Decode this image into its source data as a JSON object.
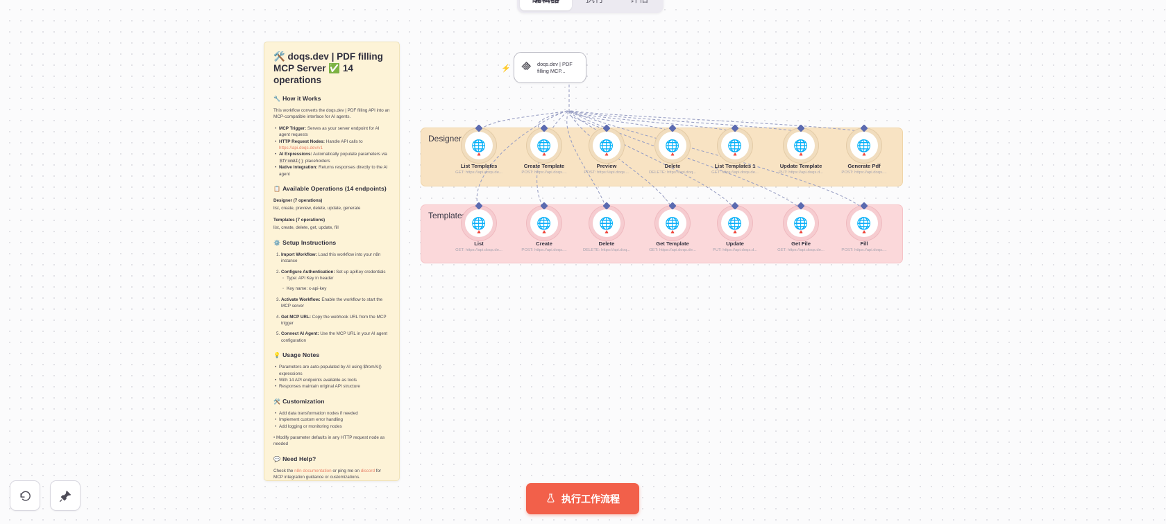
{
  "top_tabs": [
    {
      "label": "编辑器",
      "active": true
    },
    {
      "label": "执行",
      "active": false
    },
    {
      "label": "评估",
      "active": false
    }
  ],
  "sticky": {
    "title": "🛠️ doqs.dev | PDF filling MCP Server ✅ 14 operations",
    "how_it_works": {
      "heading": "How it Works",
      "emoji": "🔧",
      "intro": "This workflow converts the doqs.dev | PDF filling API into an MCP-compatible interface for AI agents.",
      "bullets": [
        {
          "bold": "MCP Trigger:",
          "rest": " Serves as your server endpoint for AI agent requests"
        },
        {
          "bold": "HTTP Request Nodes:",
          "rest": " Handle API calls to ",
          "link": "https://api.doqs.dev/v1"
        },
        {
          "bold": "AI Expressions:",
          "rest": " Automatically populate parameters via ",
          "code": "$fromAI()",
          "tail": " placeholders"
        },
        {
          "bold": "Native Integration:",
          "rest": " Returns responses directly to the AI agent"
        }
      ]
    },
    "operations": {
      "heading": "Available Operations (14 endpoints)",
      "emoji": "📋",
      "groups": [
        {
          "name": "Designer (7 operations)",
          "ops": "list, create, preview, delete, update, generate"
        },
        {
          "name": "Templates (7 operations)",
          "ops": "list, create, delete, get, update, fill"
        }
      ]
    },
    "setup": {
      "heading": "Setup Instructions",
      "emoji": "⚙️",
      "steps": [
        {
          "bold": "Import Workflow:",
          "rest": " Load this workflow into your n8n instance"
        },
        {
          "bold": "Configure Authentication:",
          "rest": " Set up apiKey credentials",
          "sub": [
            "Type: API Key in header",
            "Key name: x-api-key"
          ]
        },
        {
          "bold": "Activate Workflow:",
          "rest": " Enable the workflow to start the MCP server"
        },
        {
          "bold": "Get MCP URL:",
          "rest": " Copy the webhook URL from the MCP trigger"
        },
        {
          "bold": "Connect AI Agent:",
          "rest": " Use the MCP URL in your AI agent configuration"
        }
      ]
    },
    "usage": {
      "heading": "Usage Notes",
      "emoji": "💡",
      "bullets": [
        "Parameters are auto-populated by AI using $fromAI() expressions",
        "With 14 API endpoints available as tools",
        "Responses maintain original API structure"
      ]
    },
    "customization": {
      "heading": "Customization",
      "emoji": "🛠️",
      "bullets": [
        "Add data transformation nodes if needed",
        "Implement custom error handling",
        "Add logging or monitoring nodes"
      ],
      "note": "• Modify parameter defaults in any HTTP request node as needed"
    },
    "help": {
      "heading": "Need Help?",
      "emoji": "💬",
      "prefix": "Check the ",
      "link1": "n8n documentation",
      "middle": " or ping me on ",
      "link2": "discord",
      "suffix": " for MCP integration guidance or customizations."
    }
  },
  "trigger": {
    "name": "doqs.dev | PDF filling MCP...",
    "icon": "mcp-icon",
    "bolt": "⚡"
  },
  "groups": [
    {
      "id": "designer",
      "title": "Designer",
      "color": "#f8e3c3",
      "nodes": [
        {
          "name": "List Templates",
          "url": "GET: https://api.doqs.de..."
        },
        {
          "name": "Create Template",
          "url": "POST: https://api.doqs...."
        },
        {
          "name": "Preview",
          "url": "POST: https://api.doqs...."
        },
        {
          "name": "Delete",
          "url": "DELETE: https://api.doq..."
        },
        {
          "name": "List Templates 1",
          "url": "GET: https://api.doqs.de..."
        },
        {
          "name": "Update Template",
          "url": "PUT: https://api.doqs.d..."
        },
        {
          "name": "Generate Pdf",
          "url": "POST: https://api.doqs...."
        }
      ]
    },
    {
      "id": "templates",
      "title": "Templates",
      "color": "#fbd8da",
      "nodes": [
        {
          "name": "List",
          "url": "GET: https://api.doqs.de..."
        },
        {
          "name": "Create",
          "url": "POST: https://api.doqs...."
        },
        {
          "name": "Delete",
          "url": "DELETE: https://api.doq..."
        },
        {
          "name": "Get Template",
          "url": "GET: https://api.doqs.de..."
        },
        {
          "name": "Update",
          "url": "PUT: https://api.doqs.d..."
        },
        {
          "name": "Get File",
          "url": "GET: https://api.doqs.de..."
        },
        {
          "name": "Fill",
          "url": "POST: https://api.doqs...."
        }
      ]
    }
  ],
  "run_button": {
    "label": "执行工作流程",
    "icon": "flask-icon",
    "color": "#f2604a"
  },
  "fabs": [
    {
      "name": "undo-button",
      "icon": "undo-icon"
    },
    {
      "name": "pin-button",
      "icon": "pin-icon"
    }
  ]
}
